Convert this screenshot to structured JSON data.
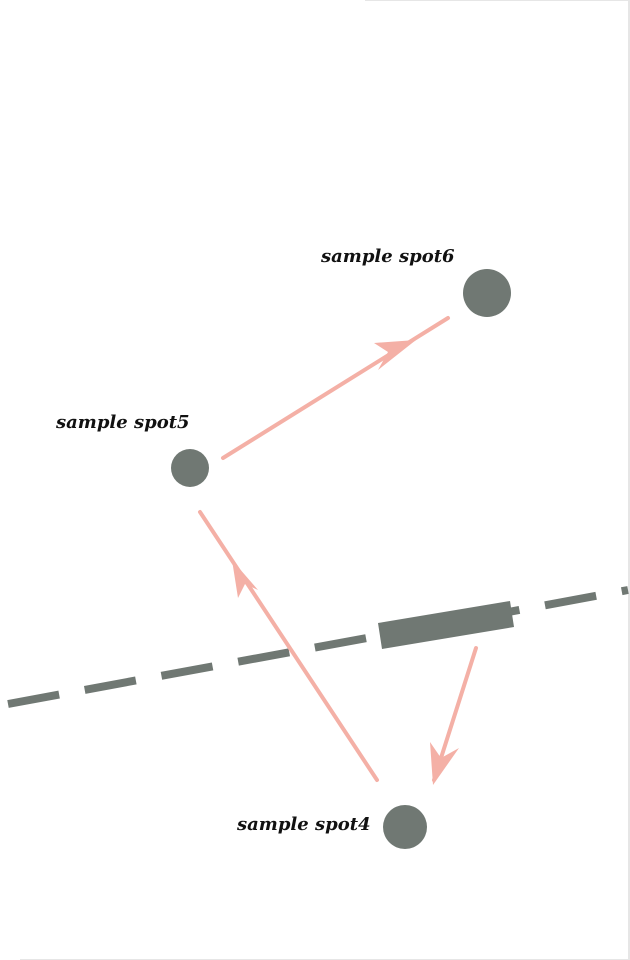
{
  "colors": {
    "spot": "#707873",
    "arrow": "#f4b0a6",
    "path": "#707873",
    "label": "#111111"
  },
  "spots": {
    "spot4": {
      "label": "sample spot4"
    },
    "spot5": {
      "label": "sample spot5"
    },
    "spot6": {
      "label": "sample spot6"
    }
  }
}
